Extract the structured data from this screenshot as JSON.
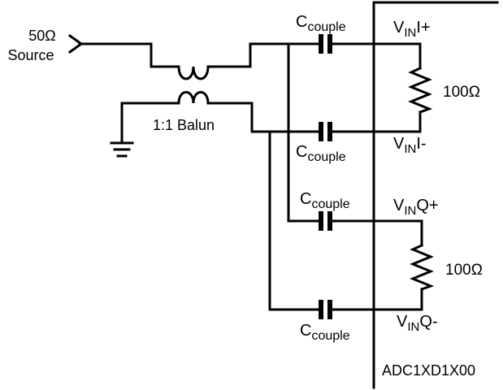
{
  "source": {
    "line1": "50Ω",
    "line2": "Source"
  },
  "balun": {
    "label": "1:1 Balun"
  },
  "capacitor": {
    "symbol": "C",
    "subscript": "couple"
  },
  "pins": {
    "vin_i_plus": {
      "main": "V",
      "sub": "IN",
      "suffix": "I+"
    },
    "vin_i_minus": {
      "main": "V",
      "sub": "IN",
      "suffix": "I-"
    },
    "vin_q_plus": {
      "main": "V",
      "sub": "IN",
      "suffix": "Q+"
    },
    "vin_q_minus": {
      "main": "V",
      "sub": "IN",
      "suffix": "Q-"
    }
  },
  "resistors": {
    "top": "100Ω",
    "bottom": "100Ω"
  },
  "chip": {
    "name": "ADC1XD1X00"
  }
}
